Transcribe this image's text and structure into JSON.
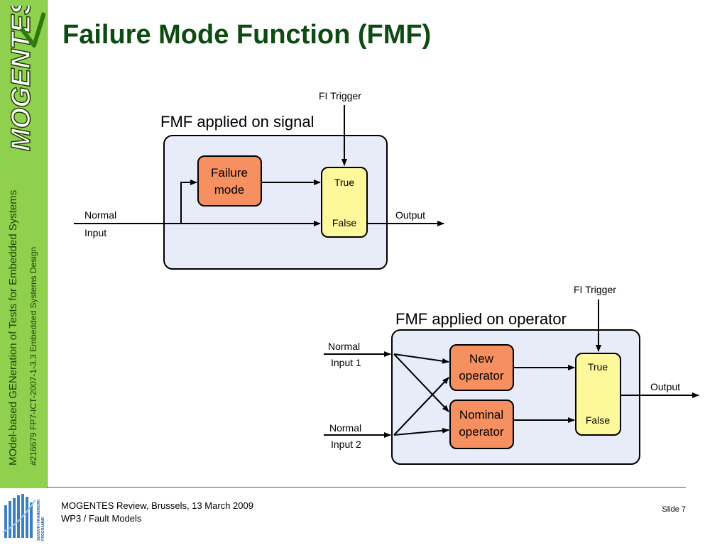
{
  "sidebar": {
    "logo_text": "MOGENTES",
    "project_full_name": "MOdel-based GENeration of Tests for Embedded Systems",
    "grant_line": "#216679 FP7-ICT-2007-1-3.3 Embedded Systems Design",
    "eu_program_text_1": "SEVENTH FRAMEWORK",
    "eu_program_text_2": "PROGRAMME"
  },
  "title": "Failure Mode Function (FMF)",
  "diagram1": {
    "caption": "FMF applied on signal",
    "trigger_label": "FI Trigger",
    "failure_box": [
      "Failure",
      "mode"
    ],
    "switch_true": "True",
    "switch_false": "False",
    "input_label_1": "Normal",
    "input_label_2": "Input",
    "output_label": "Output"
  },
  "diagram2": {
    "caption": "FMF applied on operator",
    "trigger_label": "FI Trigger",
    "new_operator_box": [
      "New",
      "operator"
    ],
    "nominal_operator_box": [
      "Nominal",
      "operator"
    ],
    "switch_true": "True",
    "switch_false": "False",
    "input1_label_1": "Normal",
    "input1_label_2": "Input 1",
    "input2_label_1": "Normal",
    "input2_label_2": "Input 2",
    "output_label": "Output"
  },
  "footer": {
    "line1": "MOGENTES Review, Brussels, 13 March 2009",
    "line2": "WP3 / Fault Models",
    "slide": "Slide 7"
  },
  "colors": {
    "sidebar": "#8fd14f",
    "title": "#0f4a12",
    "panel": "#e8ecf8",
    "orange_box": "#f79060",
    "switch_box": "#fdf89a"
  }
}
